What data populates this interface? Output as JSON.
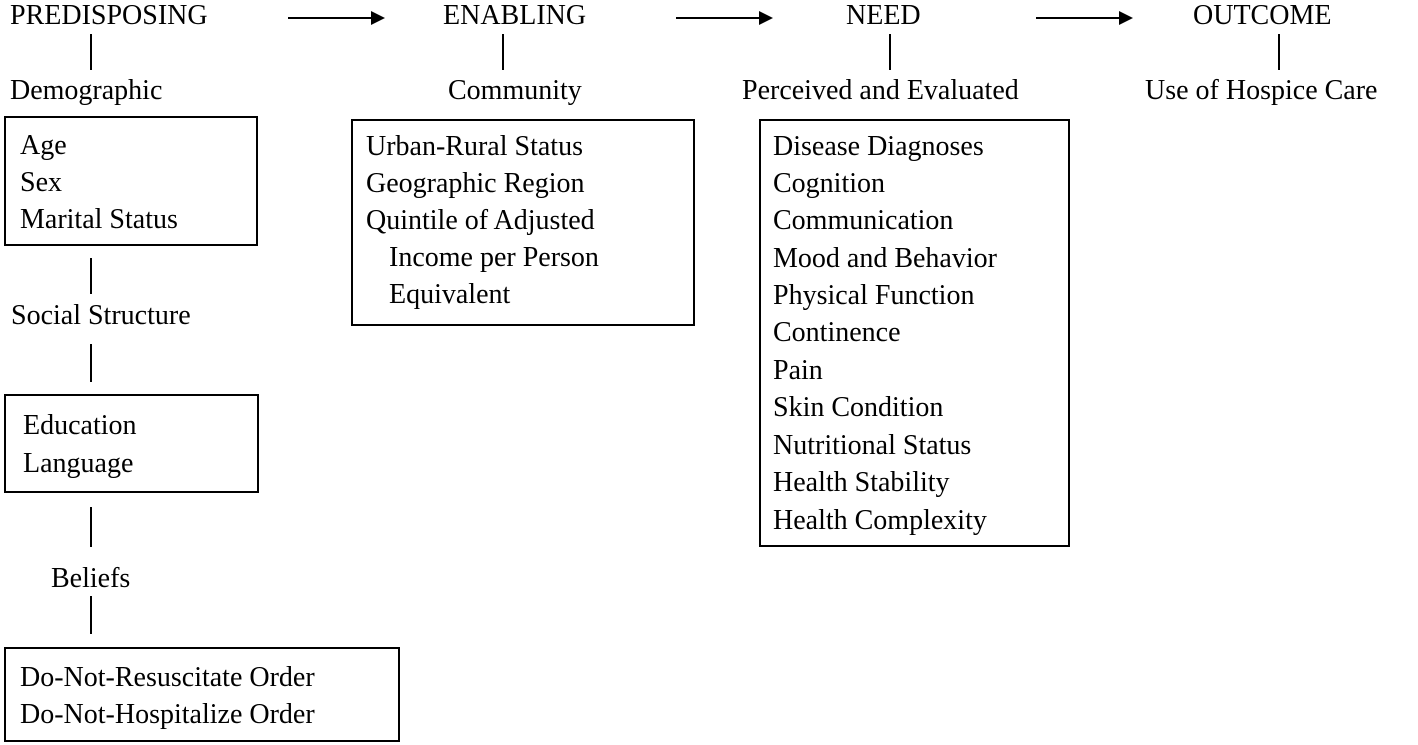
{
  "headers": {
    "predisposing": "PREDISPOSING",
    "enabling": "ENABLING",
    "need": "NEED",
    "outcome": "OUTCOME"
  },
  "predisposing": {
    "demographic_label": "Demographic",
    "demographic_items": [
      "Age",
      "Sex",
      "Marital Status"
    ],
    "social_label": "Social Structure",
    "social_items": [
      "Education",
      "Language"
    ],
    "beliefs_label": "Beliefs",
    "beliefs_items": [
      "Do-Not-Resuscitate Order",
      "Do-Not-Hospitalize Order"
    ]
  },
  "enabling": {
    "community_label": "Community",
    "community_items": [
      "Urban-Rural Status",
      "Geographic Region",
      "Quintile of Adjusted",
      "Income per Person",
      "Equivalent"
    ]
  },
  "need": {
    "perceived_label": "Perceived and Evaluated",
    "perceived_items": [
      "Disease Diagnoses",
      "Cognition",
      "Communication",
      "Mood and Behavior",
      "Physical Function",
      "Continence",
      "Pain",
      "Skin Condition",
      "Nutritional Status",
      "Health Stability",
      "Health Complexity"
    ]
  },
  "outcome": {
    "use_label": "Use of Hospice Care"
  },
  "icons": {
    "flow_arrow": "arrow-right-icon",
    "connector": "vertical-connector-line"
  }
}
